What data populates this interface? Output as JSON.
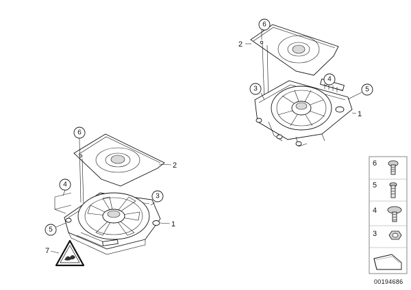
{
  "callouts": {
    "upper": {
      "n1": "1",
      "n2": "2",
      "n3": "3",
      "n4": "4",
      "n5": "5",
      "n6": "6"
    },
    "lower": {
      "n1": "1",
      "n2": "2",
      "n3": "3",
      "n4": "4",
      "n5": "5",
      "n6": "6",
      "n7": "7"
    }
  },
  "legend": {
    "n6": "6",
    "n5": "5",
    "n4": "4",
    "n3": "3"
  },
  "image_id": "00194686"
}
